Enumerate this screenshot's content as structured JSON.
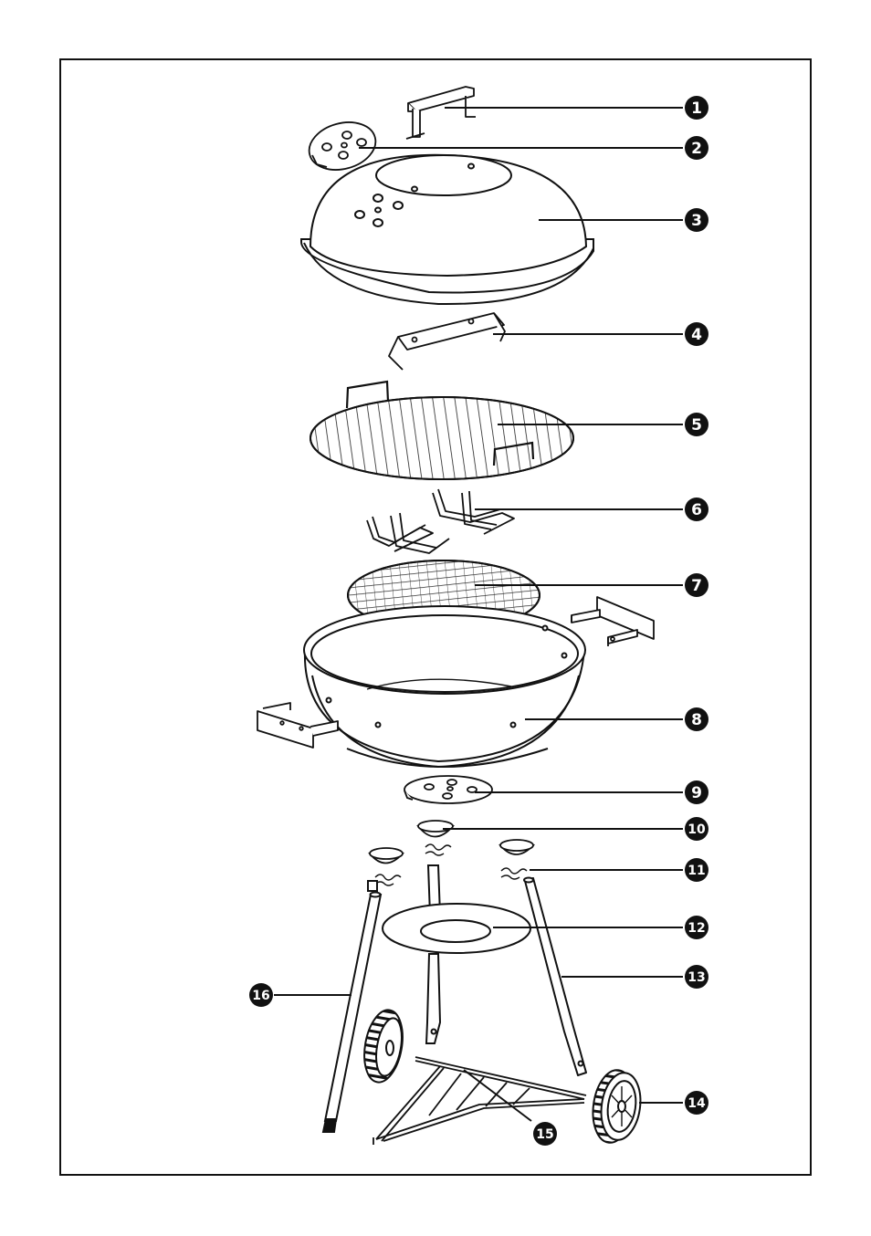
{
  "diagram": {
    "parts": [
      {
        "id": "handle",
        "number": "1"
      },
      {
        "id": "lid-vent",
        "number": "2"
      },
      {
        "id": "lid",
        "number": "3"
      },
      {
        "id": "lid-holder",
        "number": "4"
      },
      {
        "id": "cooking-grate",
        "number": "5"
      },
      {
        "id": "charcoal-rails",
        "number": "6"
      },
      {
        "id": "charcoal-grate",
        "number": "7"
      },
      {
        "id": "bowl",
        "number": "8"
      },
      {
        "id": "bottom-vent",
        "number": "9"
      },
      {
        "id": "leg-cap",
        "number": "10"
      },
      {
        "id": "clip",
        "number": "11"
      },
      {
        "id": "ash-tray",
        "number": "12"
      },
      {
        "id": "right-leg",
        "number": "13"
      },
      {
        "id": "wheel",
        "number": "14"
      },
      {
        "id": "base-frame",
        "number": "15"
      },
      {
        "id": "left-leg",
        "number": "16"
      }
    ]
  }
}
